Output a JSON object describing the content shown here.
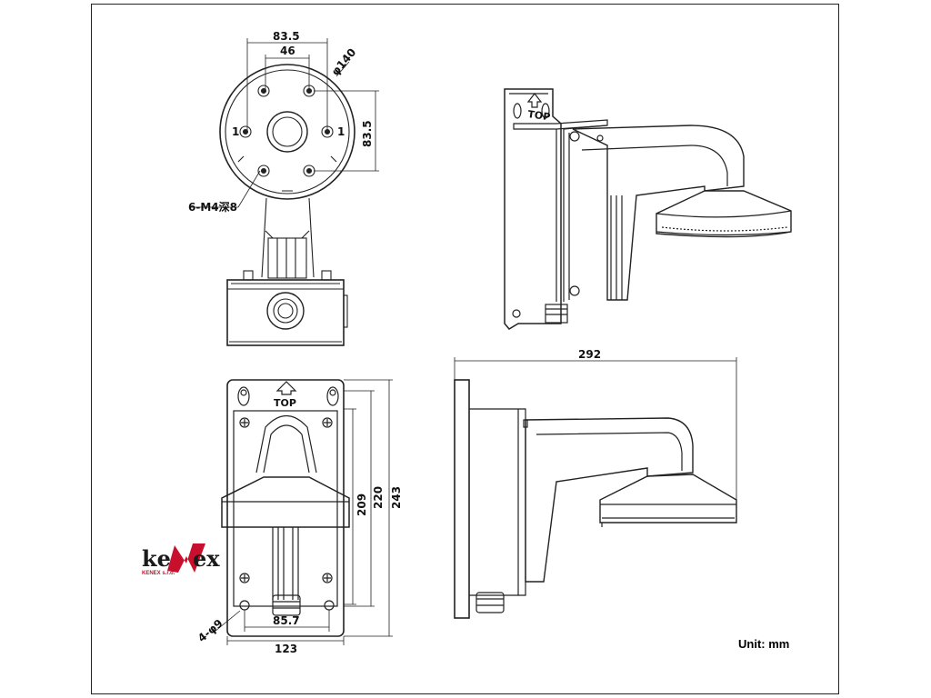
{
  "drawing": {
    "front_view": {
      "dims": {
        "pcd": "83.5",
        "inner": "46",
        "diameter": "φ140",
        "height": "83.5",
        "marker_left": "1",
        "marker_right": "1",
        "holes": "6-M4深8"
      }
    },
    "back_view": {
      "top_label": "TOP",
      "dims": {
        "h209": "209",
        "h220": "220",
        "h243": "243",
        "w857": "85.7",
        "w123": "123",
        "holes": "4-φ9"
      }
    },
    "perspective_view": {
      "top_label": "TOP"
    },
    "side_view": {
      "dims": {
        "length": "292"
      }
    },
    "unit_label": "Unit:  mm",
    "logo": {
      "wordmark": "keNex",
      "subtitle": "KENEX s.r.o.",
      "colors": {
        "dark": "#1a1a1a",
        "red": "#c8102e"
      }
    }
  }
}
